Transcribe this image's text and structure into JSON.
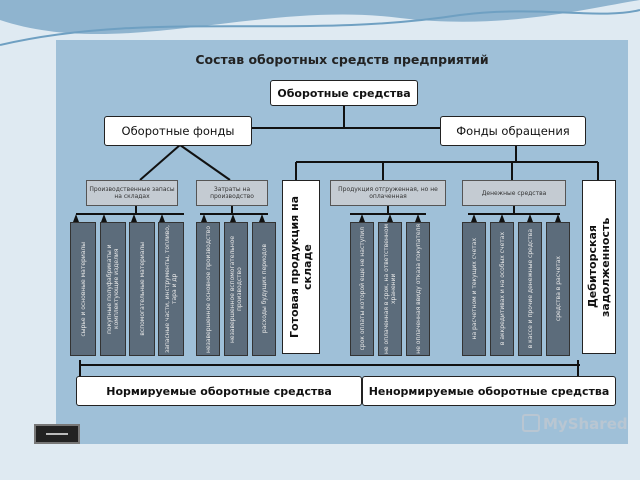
{
  "title": "Состав оборотных средств предприятий",
  "nodes": {
    "root": "Оборотные средства",
    "funds": "Оборотные фонды",
    "circulation": "Фонды обращения",
    "prod_stocks": "Производственные запасы на складах",
    "wip_costs": "Затраты на производство",
    "finished": "Готовая продукция на складе",
    "shipped": "Продукция отгруженная, но не оплаченная",
    "cash": "Денежные средства",
    "receivables": "Дебиторская задолженность",
    "normed": "Нормируемые оборотные средства",
    "unnormed": "Ненормируемые оборотные средства"
  },
  "prod_items": [
    "сырье и основные материалы",
    "покупные полуфабрикаты и комплектующие изделия",
    "вспомогательные материалы",
    "запасные части, инструменты, топливо, тара и др"
  ],
  "wip_items": [
    "незавершенное основное производство",
    "незавершенное вспомогательное производство",
    "расходы будущих периодов"
  ],
  "shipped_items": [
    "срок оплаты которой еще не наступил",
    "не оплаченная в срок, на ответственном хранении",
    "не оплаченная ввиду отказа покупателя"
  ],
  "cash_items": [
    "на расчетном и текущих счетах",
    "в аккредитивах и на особых счетах",
    "в кассе и прочие денежные средства",
    "средства в расчетах"
  ],
  "watermark": "MyShared"
}
